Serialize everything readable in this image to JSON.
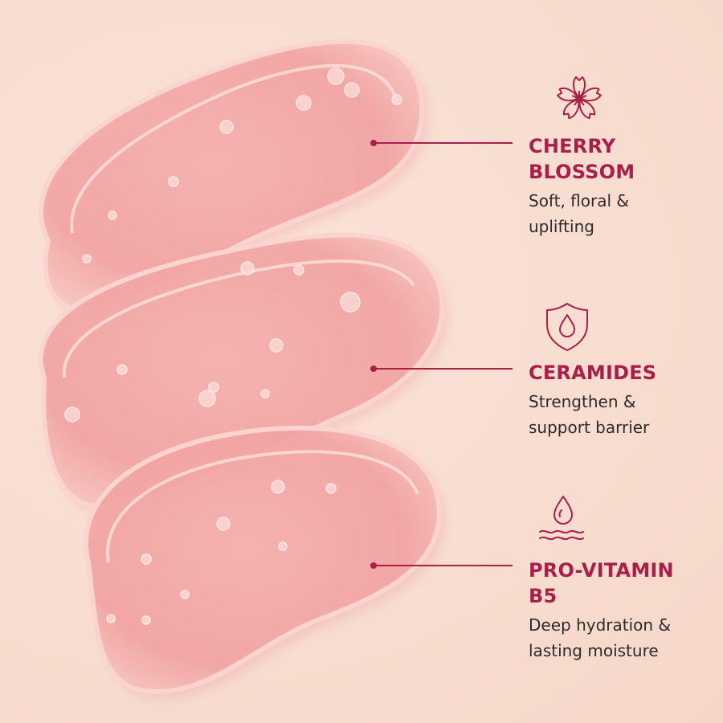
{
  "colors": {
    "background": "#f8ddd0",
    "accent": "#a8204a",
    "text": "#2e2a2b",
    "gel": "#f2a3a4"
  },
  "features": [
    {
      "icon": "cherry-blossom-icon",
      "title": "CHERRY\nBLOSSOM",
      "description": "Soft, floral &\nuplifting"
    },
    {
      "icon": "shield-droplet-icon",
      "title": "CERAMIDES",
      "description": "Strengthen &\nsupport barrier"
    },
    {
      "icon": "droplet-waves-icon",
      "title": "PRO-VITAMIN B5",
      "description": "Deep hydration &\nlasting moisture"
    }
  ]
}
